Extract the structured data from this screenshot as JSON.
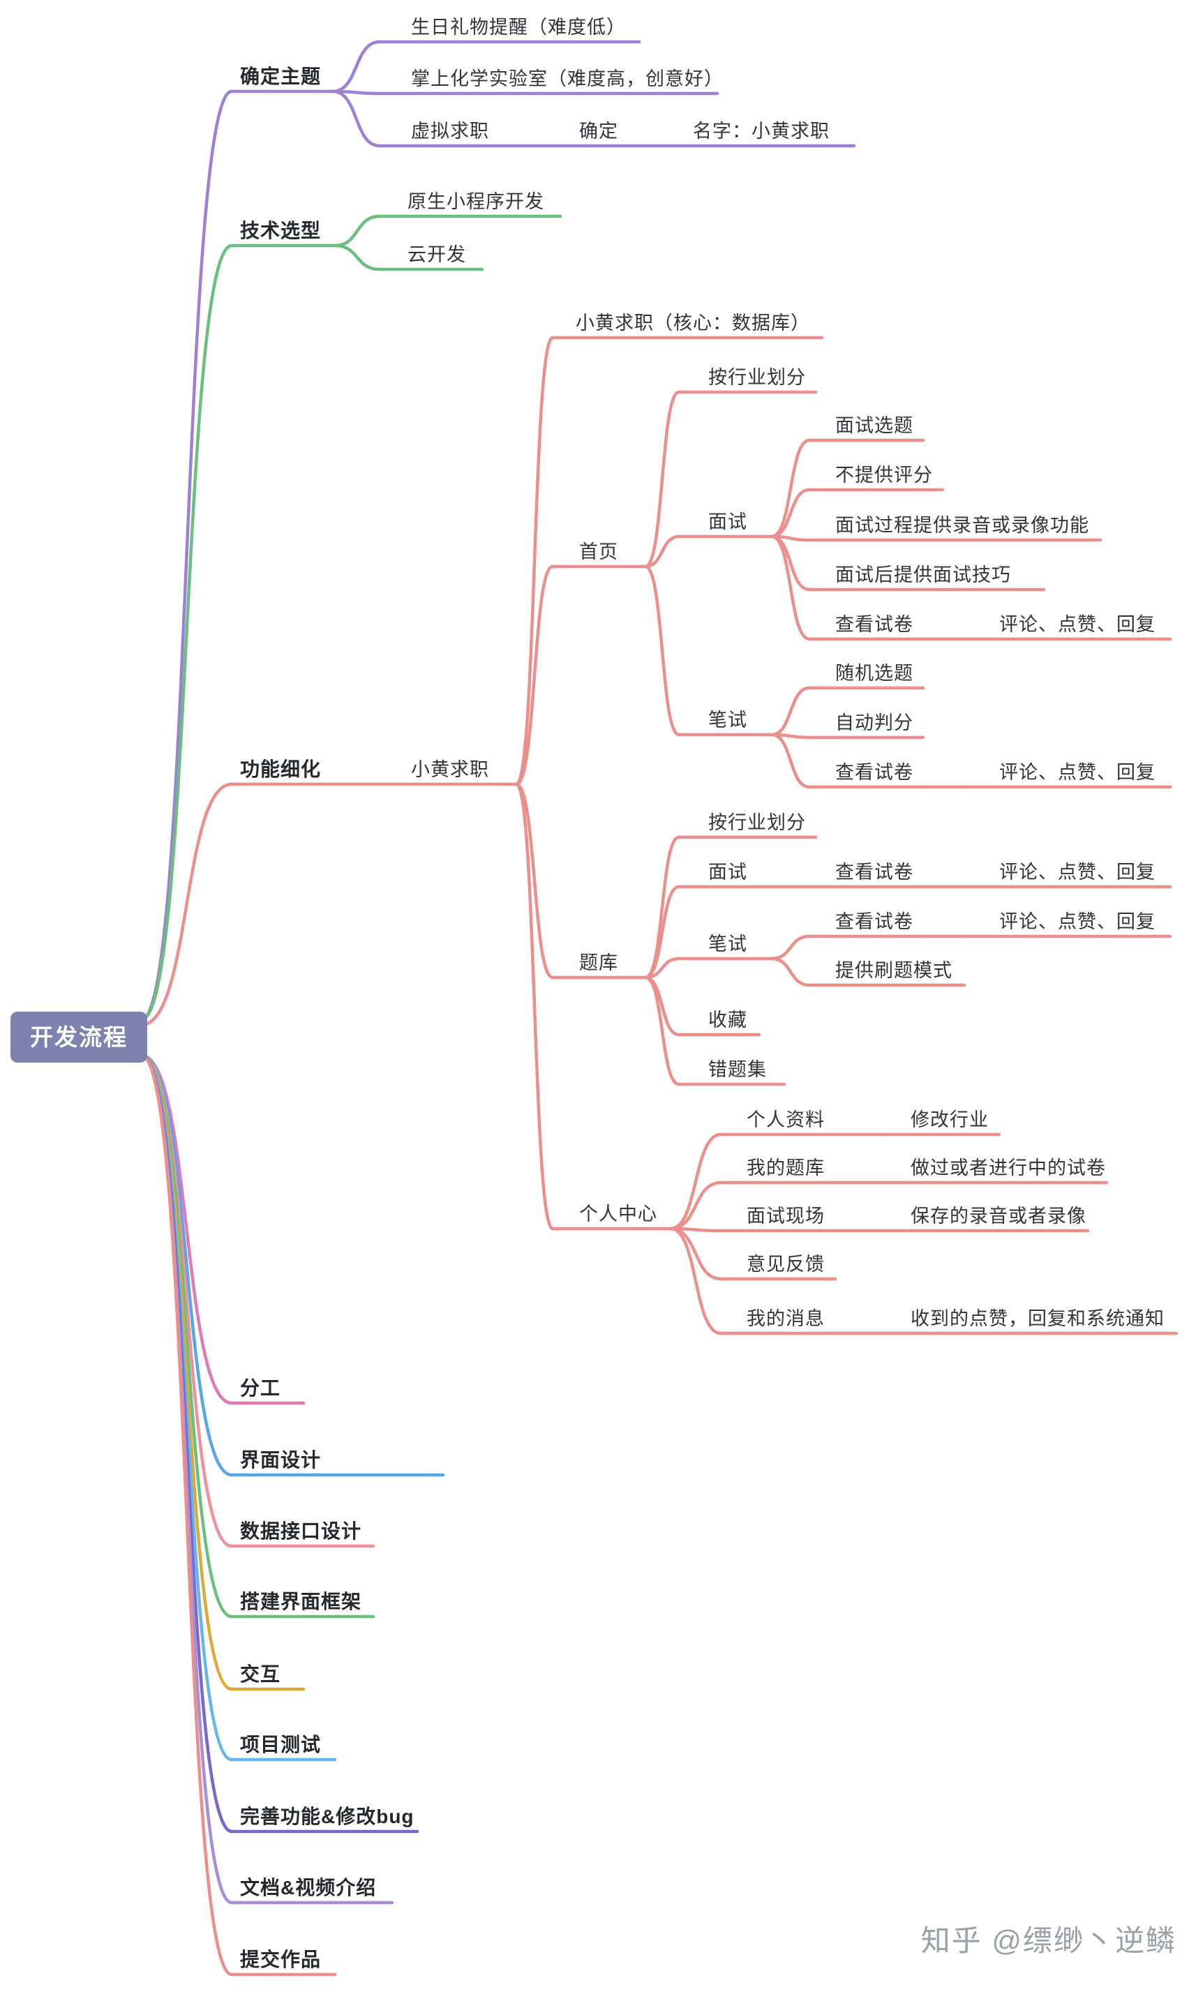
{
  "root": {
    "label": "开发流程"
  },
  "map": {
    "theme": {
      "label": "确定主题",
      "gift": {
        "label": "生日礼物提醒（难度低）"
      },
      "chem": {
        "label": "掌上化学实验室（难度高，创意好）"
      },
      "job": {
        "label": "虚拟求职",
        "status": "确定",
        "name": "名字：小黄求职"
      }
    },
    "tech": {
      "label": "技术选型",
      "native": {
        "label": "原生小程序开发"
      },
      "cloud": {
        "label": "云开发"
      }
    },
    "func": {
      "label": "功能细化",
      "app": {
        "label": "小黄求职",
        "core": {
          "label": "小黄求职（核心：数据库）"
        },
        "home": {
          "label": "首页",
          "industry": {
            "label": "按行业划分"
          },
          "interview": {
            "label": "面试",
            "topic": {
              "label": "面试选题"
            },
            "noscore": {
              "label": "不提供评分"
            },
            "record": {
              "label": "面试过程提供录音或录像功能"
            },
            "tips": {
              "label": "面试后提供面试技巧"
            },
            "view": {
              "label": "查看试卷",
              "comment": {
                "label": "评论、点赞、回复"
              }
            }
          },
          "written": {
            "label": "笔试",
            "random": {
              "label": "随机选题"
            },
            "auto": {
              "label": "自动判分"
            },
            "view": {
              "label": "查看试卷",
              "comment": {
                "label": "评论、点赞、回复"
              }
            }
          }
        },
        "bank": {
          "label": "题库",
          "industry": {
            "label": "按行业划分"
          },
          "interview": {
            "label": "面试",
            "view": {
              "label": "查看试卷",
              "comment": {
                "label": "评论、点赞、回复"
              }
            }
          },
          "written": {
            "label": "笔试",
            "view": {
              "label": "查看试卷",
              "comment": {
                "label": "评论、点赞、回复"
              }
            },
            "mode": {
              "label": "提供刷题模式"
            }
          },
          "fav": {
            "label": "收藏"
          },
          "wrong": {
            "label": "错题集"
          }
        },
        "personal": {
          "label": "个人中心",
          "profile": {
            "label": "个人资料",
            "detail": {
              "label": "修改行业"
            }
          },
          "mybank": {
            "label": "我的题库",
            "detail": {
              "label": "做过或者进行中的试卷"
            }
          },
          "scene": {
            "label": "面试现场",
            "detail": {
              "label": "保存的录音或者录像"
            }
          },
          "feedback": {
            "label": "意见反馈"
          },
          "message": {
            "label": "我的消息",
            "detail": {
              "label": "收到的点赞，回复和系统通知"
            }
          }
        }
      }
    },
    "division": {
      "label": "分工"
    },
    "ui": {
      "label": "界面设计"
    },
    "api": {
      "label": "数据接口设计"
    },
    "frame": {
      "label": "搭建界面框架"
    },
    "interact": {
      "label": "交互"
    },
    "test": {
      "label": "项目测试"
    },
    "fix": {
      "label": "完善功能&修改bug"
    },
    "doc": {
      "label": "文档&视频介绍"
    },
    "submit": {
      "label": "提交作品"
    }
  },
  "watermark": {
    "text": "知乎 @缥缈丶逆鳞"
  },
  "colors": {
    "root_bg": "#7c82ad",
    "purple": "#9d7fd6",
    "green": "#6abf7e",
    "salmon": "#ea8f8c",
    "magenta": "#df7ab5",
    "blue": "#58a6e8",
    "pink": "#f0909f",
    "gold": "#dfa938",
    "sky": "#64b6ea",
    "indigo": "#7a68c9",
    "lavender": "#a78fd8"
  }
}
